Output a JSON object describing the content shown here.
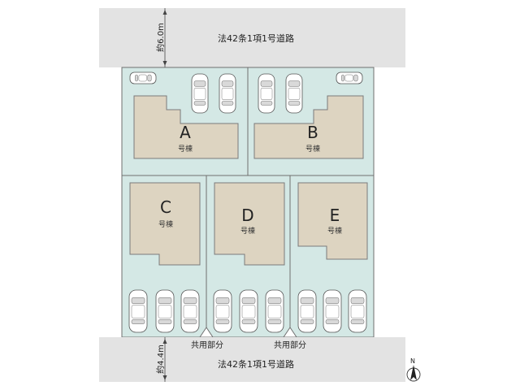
{
  "roads": {
    "top": {
      "label": "法42条1項1号道路",
      "width": "約6.0m"
    },
    "bottom": {
      "label": "法42条1項1号道路",
      "width": "約4.4m"
    }
  },
  "lots": [
    {
      "letter": "A",
      "suffix": "号棟"
    },
    {
      "letter": "B",
      "suffix": "号棟"
    },
    {
      "letter": "C",
      "suffix": "号棟"
    },
    {
      "letter": "D",
      "suffix": "号棟"
    },
    {
      "letter": "E",
      "suffix": "号棟"
    }
  ],
  "shared_areas": {
    "left": "共用部分",
    "right": "共用部分"
  },
  "compass": {
    "label": "N"
  },
  "colors": {
    "road": "#e3e3e3",
    "lot": "#d4e8e5",
    "house": "#ddd4c1",
    "line": "#6f6f6f"
  }
}
